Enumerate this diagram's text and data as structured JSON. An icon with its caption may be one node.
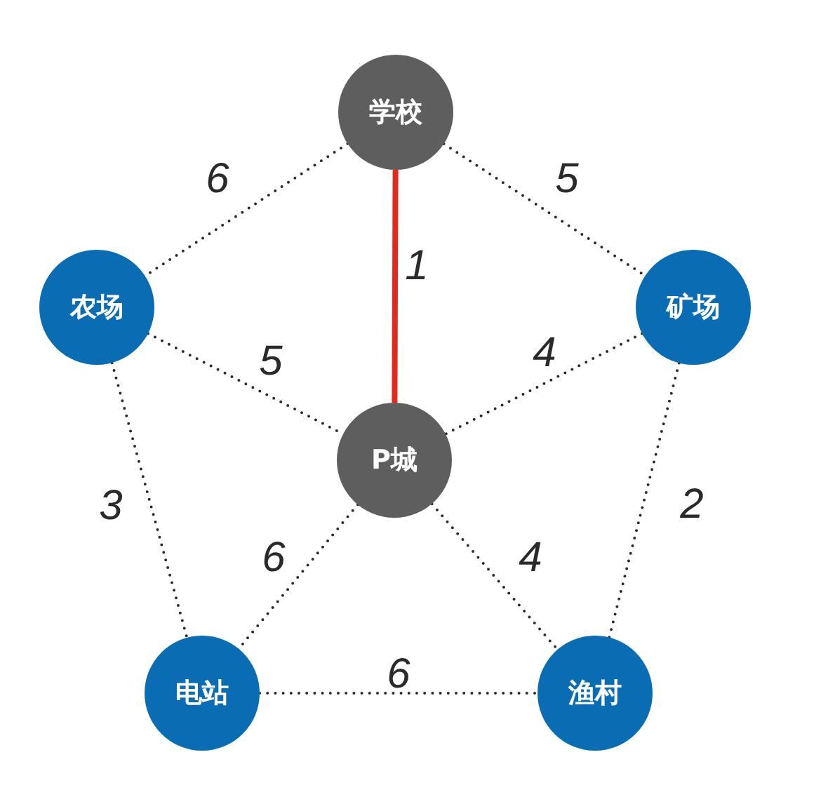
{
  "diagram": {
    "nodes": [
      {
        "text": [
          "学校"
        ]
      },
      {
        "text": [
          "农场"
        ]
      },
      {
        "text": [
          "矿场"
        ]
      },
      {
        "text": [
          "P城"
        ]
      },
      {
        "text": [
          "电站"
        ]
      },
      {
        "text": [
          "渔村"
        ]
      }
    ],
    "edges": [
      {
        "from": 0,
        "to": 1,
        "arrow": "none",
        "label": "6",
        "style": "dashed"
      },
      {
        "from": 0,
        "to": 2,
        "arrow": "none",
        "label": "5",
        "style": "dashed"
      },
      {
        "from": 0,
        "to": 3,
        "arrow": "none",
        "label": "1",
        "style": "thick",
        "color": "#e02a1e"
      },
      {
        "from": 1,
        "to": 3,
        "arrow": "none",
        "label": "5",
        "style": "dashed"
      },
      {
        "from": 2,
        "to": 3,
        "arrow": "none",
        "label": "4",
        "style": "dashed"
      },
      {
        "from": 1,
        "to": 4,
        "arrow": "none",
        "label": "3",
        "style": "dashed"
      },
      {
        "from": 2,
        "to": 5,
        "arrow": "none",
        "label": "2",
        "style": "dashed"
      },
      {
        "from": 3,
        "to": 4,
        "arrow": "none",
        "label": "6",
        "style": "dashed"
      },
      {
        "from": 3,
        "to": 5,
        "arrow": "none",
        "label": "4",
        "style": "dashed"
      },
      {
        "from": 4,
        "to": 5,
        "arrow": "none",
        "label": "6",
        "style": "dashed"
      }
    ]
  }
}
